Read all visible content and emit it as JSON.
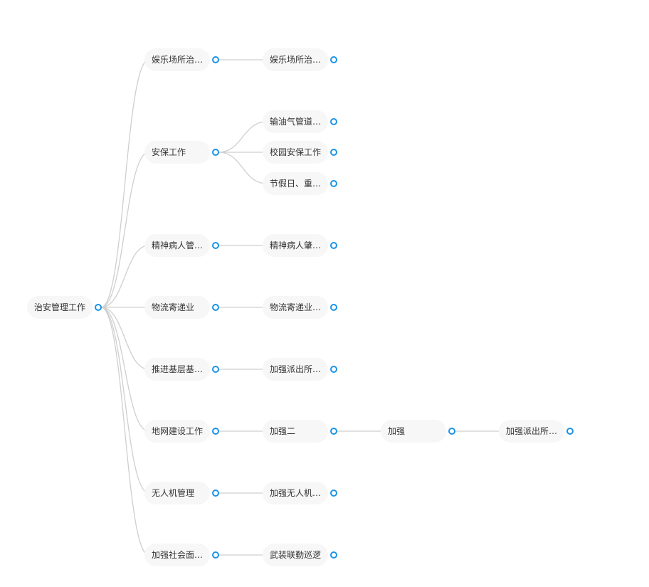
{
  "accent_color": "#1b93e6",
  "line_color": "#cfcfcf",
  "node_bg_color": "#f7f7f7",
  "toggle_icon": "expand-collapse-circle-icon",
  "root": {
    "id": "root",
    "label": "治安管理工作"
  },
  "level1": [
    {
      "id": "n1",
      "label": "娱乐场所治…",
      "children": [
        {
          "id": "n1c1",
          "label": "娱乐场所治…"
        }
      ]
    },
    {
      "id": "n2",
      "label": "安保工作",
      "children": [
        {
          "id": "n2c1",
          "label": "输油气管道…"
        },
        {
          "id": "n2c2",
          "label": "校园安保工作"
        },
        {
          "id": "n2c3",
          "label": "节假日、重…"
        }
      ]
    },
    {
      "id": "n3",
      "label": "精神病人管…",
      "children": [
        {
          "id": "n3c1",
          "label": "精神病人肇…"
        }
      ]
    },
    {
      "id": "n4",
      "label": "物流寄递业",
      "children": [
        {
          "id": "n4c1",
          "label": "物流寄递业…"
        }
      ]
    },
    {
      "id": "n5",
      "label": "推进基层基…",
      "children": [
        {
          "id": "n5c1",
          "label": "加强派出所…"
        }
      ]
    },
    {
      "id": "n6",
      "label": "地网建设工作",
      "children": [
        {
          "id": "n6c1",
          "label": "加强二",
          "children": [
            {
              "id": "n6c1c1",
              "label": "加强",
              "children": [
                {
                  "id": "n6c1c1c1",
                  "label": "加强派出所…"
                }
              ]
            }
          ]
        }
      ]
    },
    {
      "id": "n7",
      "label": "无人机管理",
      "children": [
        {
          "id": "n7c1",
          "label": "加强无人机…"
        }
      ]
    },
    {
      "id": "n8",
      "label": "加强社会面…",
      "children": [
        {
          "id": "n8c1",
          "label": "武装联勤巡逻"
        }
      ]
    }
  ]
}
